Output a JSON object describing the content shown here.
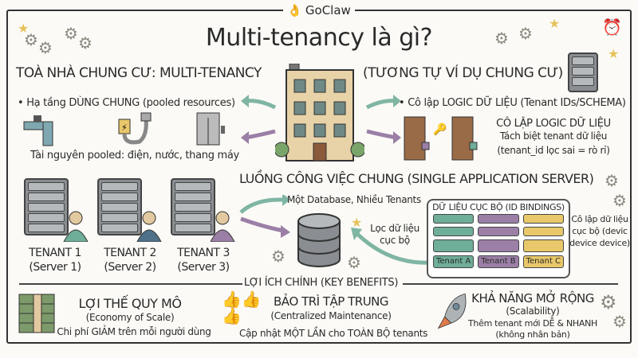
{
  "brand": "GoClaw",
  "title": "Multi-tenancy là gì?",
  "left_heading": "TOÀ NHÀ CHUNG CƯ: MULTI-TENANCY",
  "right_heading": "(TƯƠNG TỰ VÍ DỤ CHUNG CƯ)",
  "pooled_bullet": "• Hạ tầng DÙNG CHUNG (pooled resources)",
  "pooled_caption": "Tài nguyên pooled: điện, nước,  thang máy",
  "isolation_bullet": "• Cô lập LOGIC DỮ LIỆU (Tenant IDs/SCHEMA)",
  "isolation_title": "CÔ LẬP LOGIC DỮ LIỆU",
  "isolation_line1": "Tách biệt tenant dữ liệu",
  "isolation_line2": "(tenant_id lọc sai = rò rỉ)",
  "workflow_heading": "LUỒNG CÔNG VIỆC CHUNG (SINGLE APPLICATION SERVER)",
  "db_label": "Một Database, Nhiều Tenants",
  "tenants": [
    {
      "name": "TENANT 1",
      "server": "(Server 1)",
      "color": "#6fae98"
    },
    {
      "name": "TENANT 2",
      "server": "(Server 2)",
      "color": "#4f7189"
    },
    {
      "name": "TENANT 3",
      "server": "(Server 3)",
      "color": "#9b7fa6"
    }
  ],
  "bindings_title": "DỮ LIỆU CỤC BỘ (ID BINDINGS)",
  "bindings_tenants": [
    "Tenant A",
    "Tenant B",
    "Tenant C"
  ],
  "filter_label": "Lọc dữ liệu cục bộ",
  "isolate_label": "Cô lập dữ liệu cục bộ (devic device device)",
  "benefits_heading": "LỢI ÍCH CHÍNH (KEY BENEFITS)",
  "benefits": [
    {
      "title": "LỢI THẾ QUY MÔ",
      "sub": "(Economy of Scale)",
      "desc": "Chi phí GIẢM trên mỗi người dùng"
    },
    {
      "title": "BẢO TRÌ TẬP TRUNG",
      "sub": "(Centralized Maintenance)",
      "desc": "Cập nhật MỘT LẦN cho TOÀN BỘ tenants"
    },
    {
      "title": "KHẢ NĂNG MỞ RỘNG",
      "sub": "(Scalability)",
      "desc": "Thêm tenant mới DỄ & NHANH",
      "desc2": "(không nhân bản)"
    }
  ],
  "colors": {
    "green": "#6fae98",
    "purple": "#9b7fa6",
    "yellow": "#e8c86a",
    "arrow": "#7fb5a3"
  }
}
